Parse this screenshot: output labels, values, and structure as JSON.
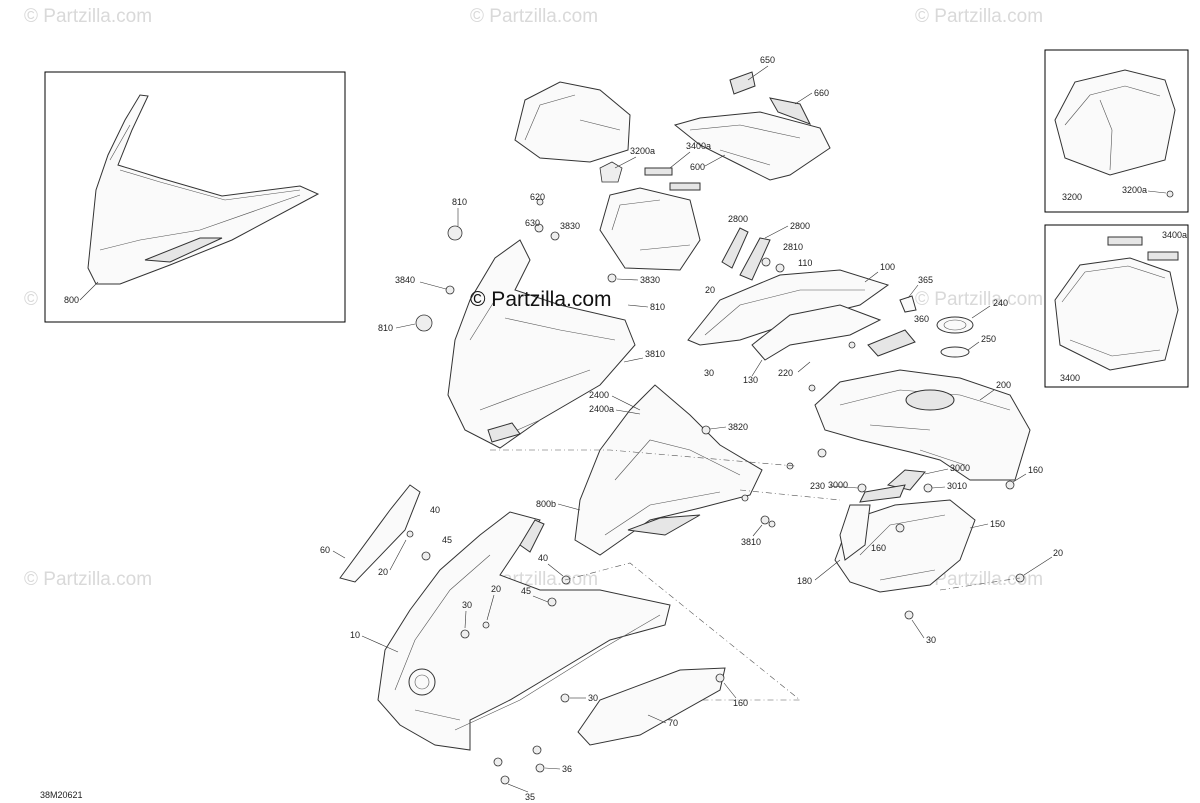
{
  "watermark": {
    "faint_text": "© Partzilla.com",
    "main_text": "© Partzilla.com"
  },
  "drawing_code": "38M20621",
  "callouts": {
    "c650": "650",
    "c660": "660",
    "c3200a_top": "3200a",
    "c3400a_top": "3400a",
    "c600": "600",
    "c620": "620",
    "c630": "630",
    "c3830a": "3830",
    "c810a": "810",
    "c2800a": "2800",
    "c2800b": "2800",
    "c2810": "2810",
    "c110": "110",
    "c100": "100",
    "c20a": "20",
    "c3830b": "3830",
    "c810b": "810",
    "c3840": "3840",
    "c810c": "810",
    "c365": "365",
    "c240": "240",
    "c360": "360",
    "c250": "250",
    "c3810a": "3810",
    "c130": "130",
    "c220": "220",
    "c30a": "30",
    "c200": "200",
    "c2400": "2400",
    "c2400a": "2400a",
    "c3820": "3820",
    "c230": "230",
    "c3000a": "3000",
    "c3000b": "3000",
    "c3010": "3010",
    "c160a": "160",
    "c800b": "800b",
    "c150": "150",
    "c40a": "40",
    "c45a": "45",
    "c60": "60",
    "c20b": "20",
    "c3810b": "3810",
    "c160b": "160",
    "c180": "180",
    "c20c": "20",
    "c10": "10",
    "c30b": "30",
    "c20d": "20",
    "c40b": "40",
    "c45b": "45",
    "c30c": "30",
    "c30d": "30",
    "c160c": "160",
    "c70": "70",
    "c36": "36",
    "c35": "35",
    "c800": "800",
    "c3200": "3200",
    "c3200a": "3200a",
    "c3400a": "3400a",
    "c3400": "3400"
  }
}
